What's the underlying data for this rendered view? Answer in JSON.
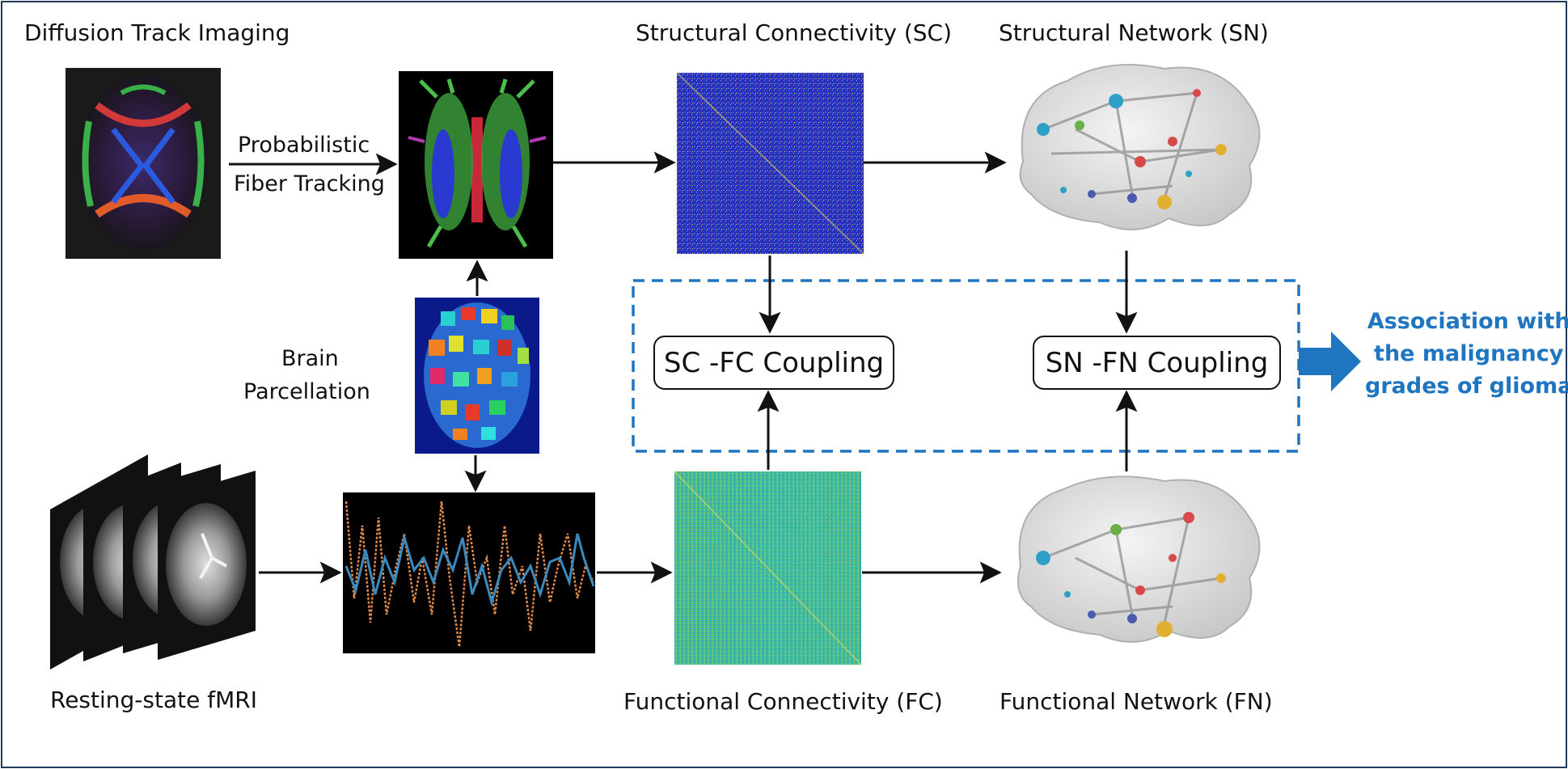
{
  "labels": {
    "dti": "Diffusion Track Imaging",
    "sc": "Structural Connectivity (SC)",
    "sn": "Structural Network (SN)",
    "prob1": "Probabilistic",
    "prob2": "Fiber Tracking",
    "brain1": "Brain",
    "brain2": "Parcellation",
    "rsfmri": "Resting-state fMRI",
    "fc": "Functional Connectivity (FC)",
    "fn": "Functional Network (FN)"
  },
  "boxes": {
    "scfc": "SC -FC Coupling",
    "snfn": "SN -FN Coupling"
  },
  "association": {
    "line1": "Association with",
    "line2": "the malignancy",
    "line3": "grades of glioma"
  },
  "colors": {
    "accent": "#1f75c0",
    "frame": "#1f3a5a",
    "dashed": "#1f75c0"
  },
  "icons": [
    "dti-brain-image",
    "fiber-tract-image",
    "parcellation-image",
    "fmri-stack-image",
    "timeseries-plot",
    "sc-matrix",
    "fc-matrix",
    "structural-network-brain",
    "functional-network-brain"
  ]
}
